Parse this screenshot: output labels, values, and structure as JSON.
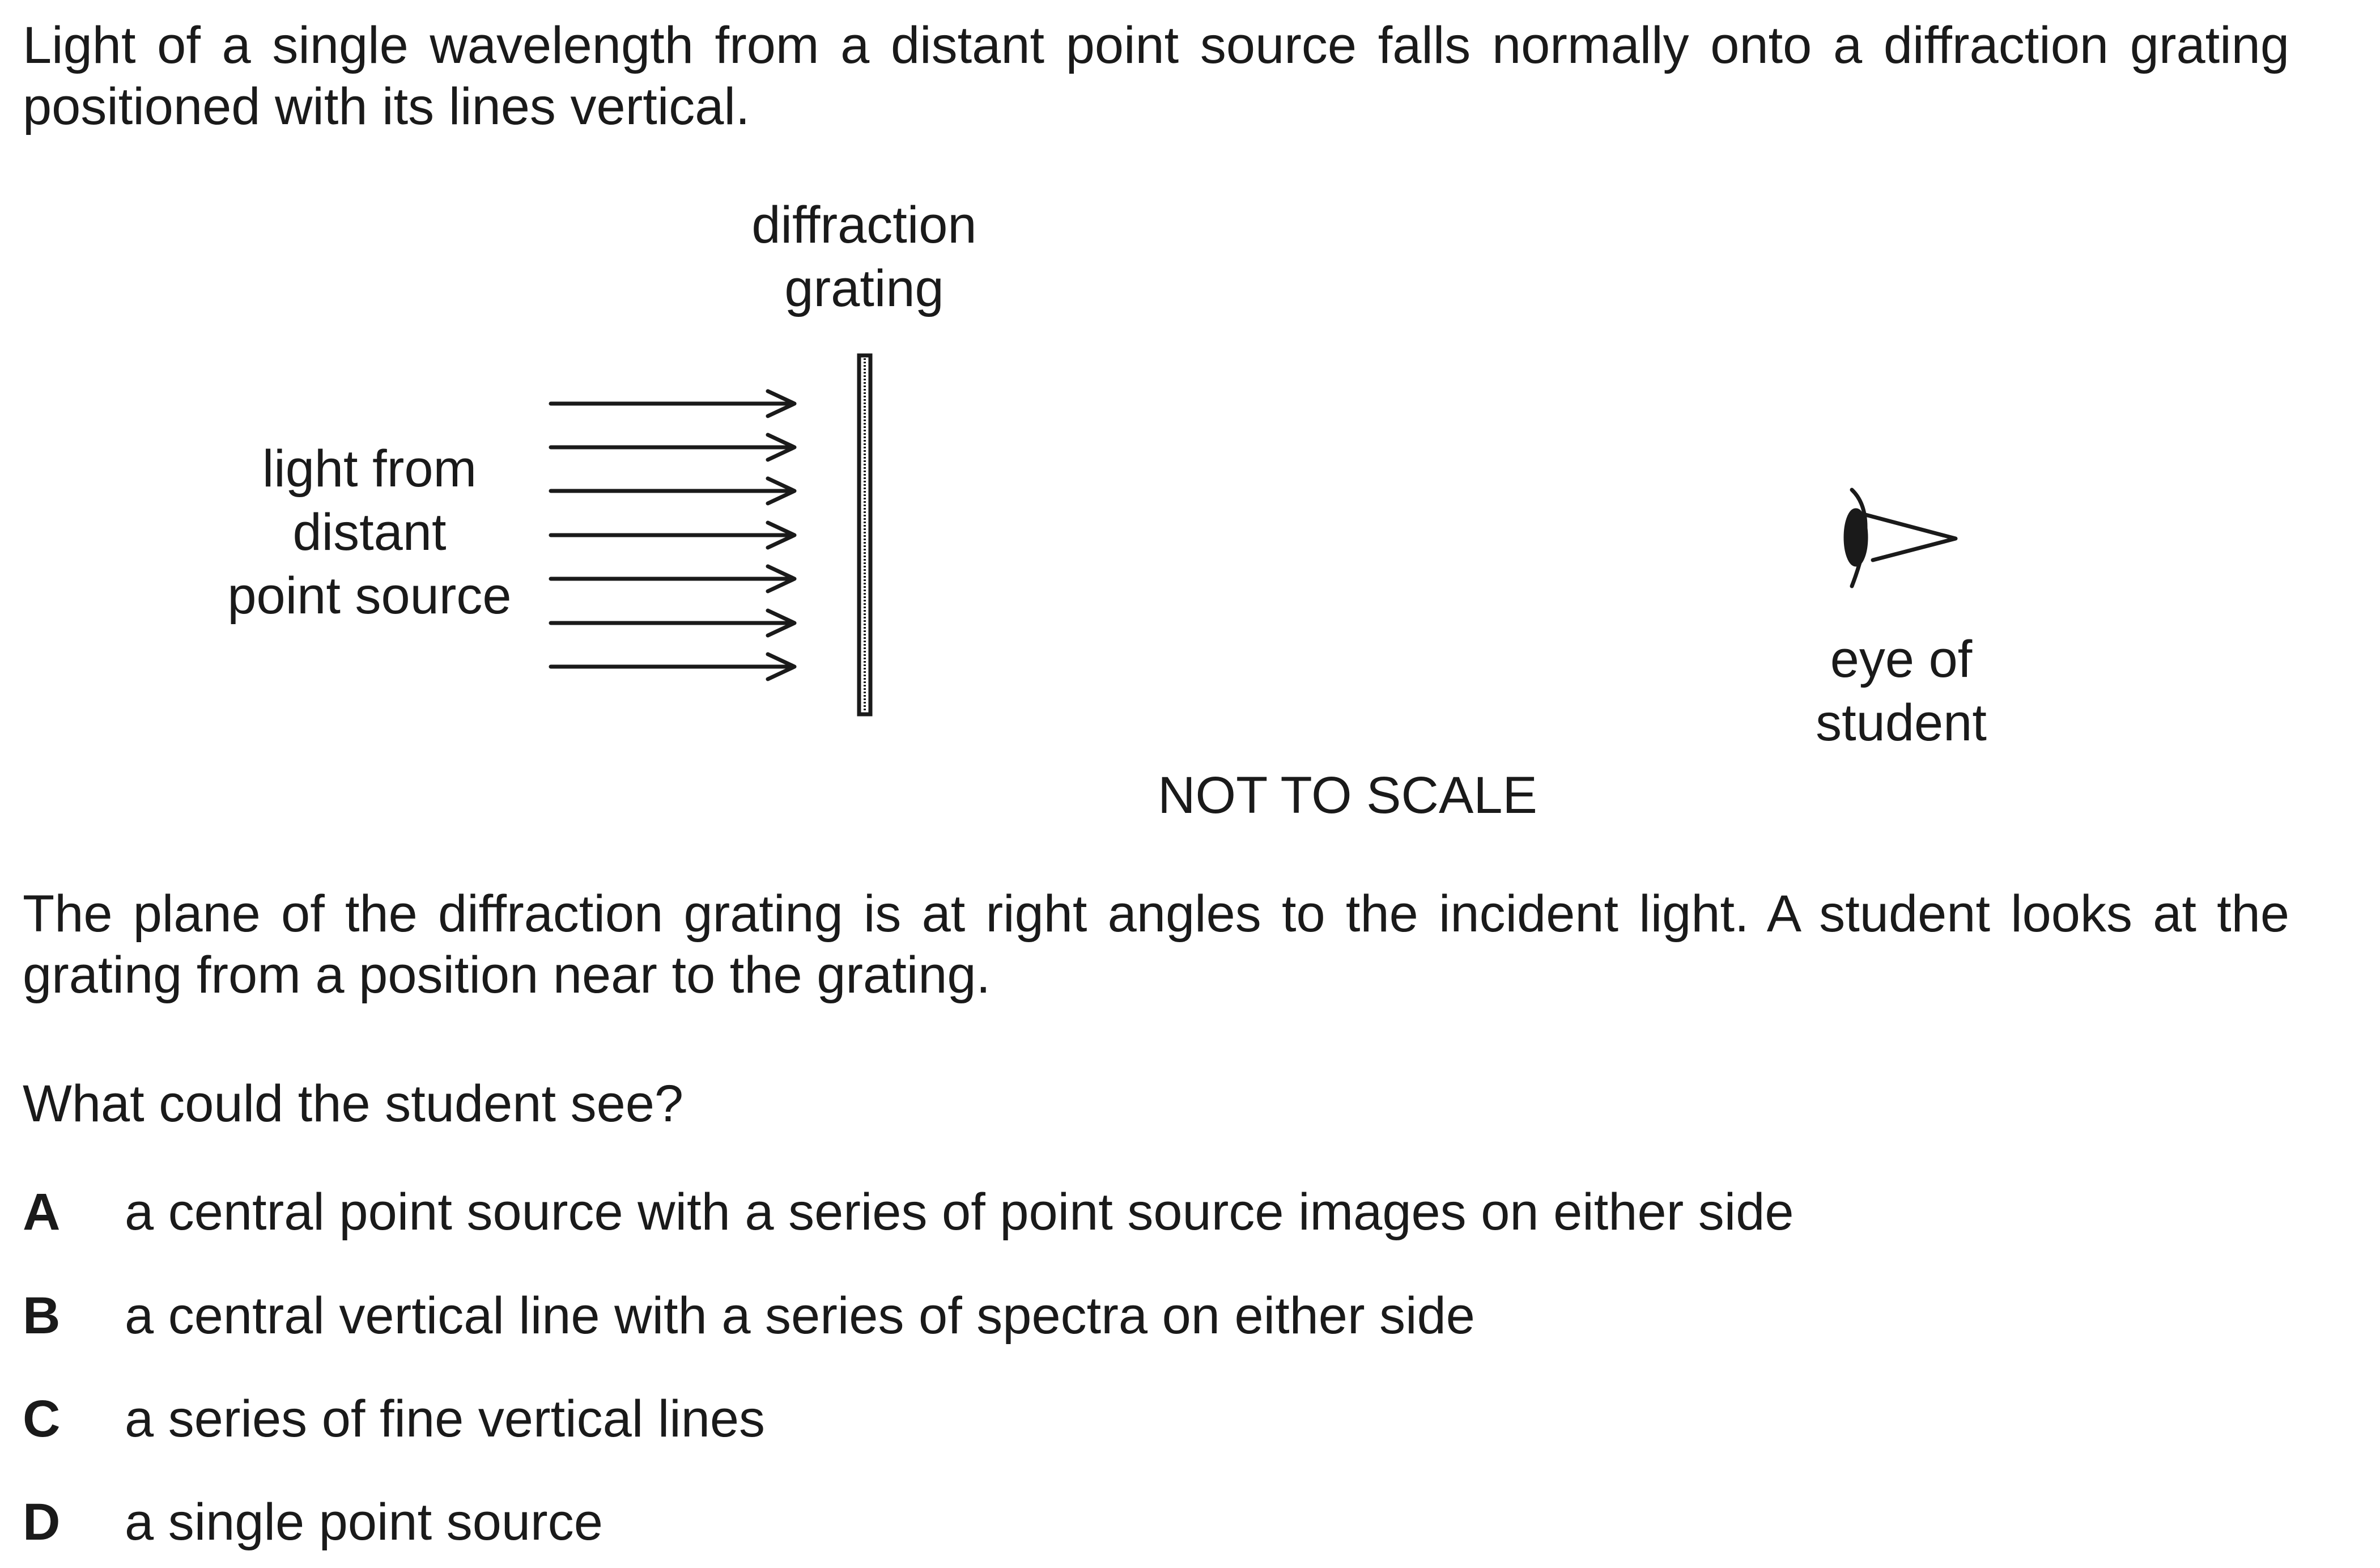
{
  "stem": {
    "intro": "Light of a single wavelength from a distant point source falls normally onto a diffraction grating positioned with its lines vertical.",
    "description": "The plane of the diffraction grating is at right angles to the incident light. A student looks at the grating from a position near to the grating.",
    "question": "What could the student see?"
  },
  "diagram": {
    "grating_label_line1": "diffraction",
    "grating_label_line2": "grating",
    "source_label_line1": "light from",
    "source_label_line2": "distant",
    "source_label_line3": "point source",
    "eye_label_line1": "eye of",
    "eye_label_line2": "student",
    "scale_note": "NOT TO SCALE"
  },
  "options": [
    {
      "letter": "A",
      "text": "a central point source with a series of point source images on either side"
    },
    {
      "letter": "B",
      "text": "a central vertical line with a series of spectra on either side"
    },
    {
      "letter": "C",
      "text": "a series of fine vertical lines"
    },
    {
      "letter": "D",
      "text": "a single point source"
    }
  ]
}
